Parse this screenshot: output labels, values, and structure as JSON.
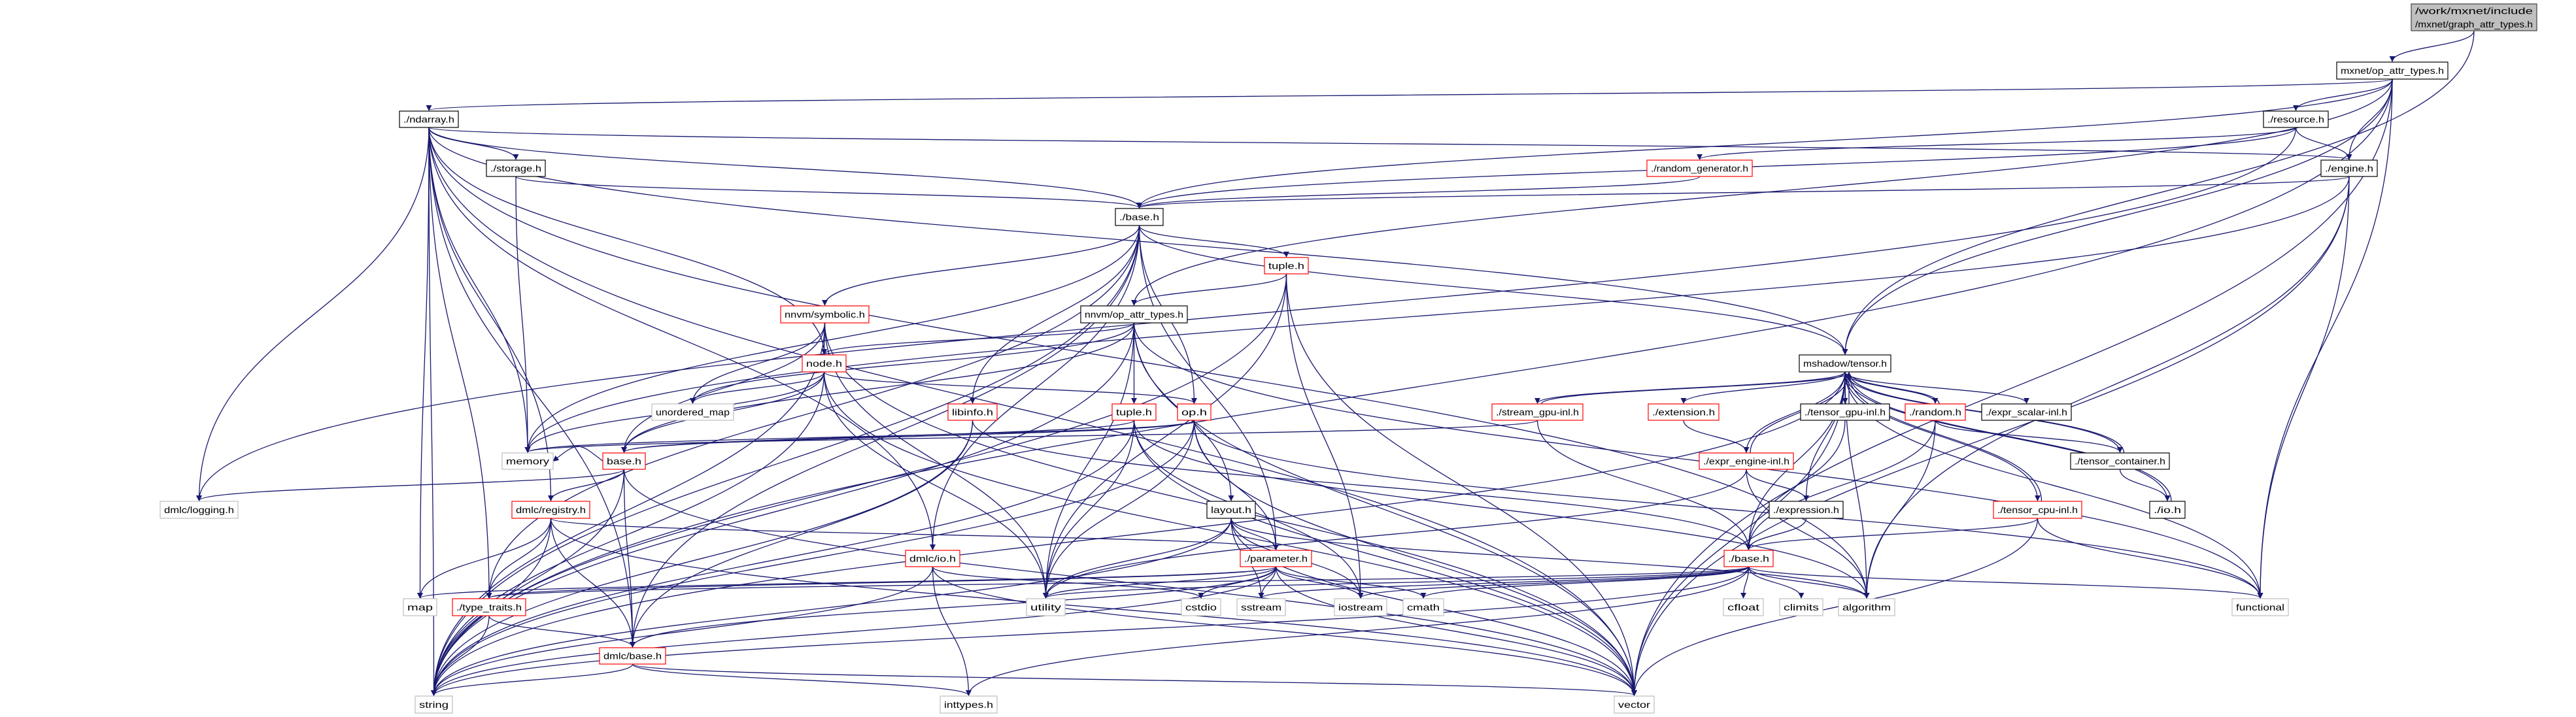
{
  "title": "/work/mxnet/include/mxnet/graph_attr_types.h",
  "colors": {
    "edge": "#191970",
    "documented": "#000000",
    "truncated": "#ff0000",
    "external": "#bfbfbf",
    "root_fill": "#bfbfbf"
  },
  "nodes": [
    {
      "id": "root",
      "label": "/work/mxnet/include\n/mxnet/graph_attr_types.h",
      "kind": "main"
    },
    {
      "id": "mx_op_attr",
      "label": "mxnet/op_attr_types.h",
      "kind": "black"
    },
    {
      "id": "ndarray",
      "label": "./ndarray.h",
      "kind": "black"
    },
    {
      "id": "resource",
      "label": "./resource.h",
      "kind": "black"
    },
    {
      "id": "engine",
      "label": "./engine.h",
      "kind": "black"
    },
    {
      "id": "storage",
      "label": "./storage.h",
      "kind": "black"
    },
    {
      "id": "random_gen",
      "label": "./random_generator.h",
      "kind": "red"
    },
    {
      "id": "mx_base",
      "label": "./base.h",
      "kind": "black"
    },
    {
      "id": "dmlc_tuple",
      "label": "tuple.h",
      "kind": "red"
    },
    {
      "id": "nnvm_op_attr",
      "label": "nnvm/op_attr_types.h",
      "kind": "black"
    },
    {
      "id": "symbolic",
      "label": "nnvm/symbolic.h",
      "kind": "red"
    },
    {
      "id": "node",
      "label": "node.h",
      "kind": "red"
    },
    {
      "id": "mshadow_tensor",
      "label": "mshadow/tensor.h",
      "kind": "black"
    },
    {
      "id": "unordered_map",
      "label": "unordered_map",
      "kind": "gray"
    },
    {
      "id": "libinfo",
      "label": "libinfo.h",
      "kind": "red"
    },
    {
      "id": "nnvm_tuple",
      "label": "tuple.h",
      "kind": "red"
    },
    {
      "id": "op",
      "label": "op.h",
      "kind": "red"
    },
    {
      "id": "stream_gpu",
      "label": "./stream_gpu-inl.h",
      "kind": "red"
    },
    {
      "id": "extension",
      "label": "./extension.h",
      "kind": "red"
    },
    {
      "id": "tensor_gpu",
      "label": "./tensor_gpu-inl.h",
      "kind": "black"
    },
    {
      "id": "random",
      "label": "./random.h",
      "kind": "red"
    },
    {
      "id": "expr_scalar",
      "label": "./expr_scalar-inl.h",
      "kind": "black"
    },
    {
      "id": "memory",
      "label": "memory",
      "kind": "gray"
    },
    {
      "id": "nnvm_base",
      "label": "base.h",
      "kind": "red"
    },
    {
      "id": "expr_engine",
      "label": "./expr_engine-inl.h",
      "kind": "red"
    },
    {
      "id": "tensor_container",
      "label": "./tensor_container.h",
      "kind": "black"
    },
    {
      "id": "dmlc_logging",
      "label": "dmlc/logging.h",
      "kind": "gray"
    },
    {
      "id": "registry",
      "label": "dmlc/registry.h",
      "kind": "red"
    },
    {
      "id": "layout",
      "label": "layout.h",
      "kind": "black"
    },
    {
      "id": "expression",
      "label": "./expression.h",
      "kind": "black"
    },
    {
      "id": "tensor_cpu",
      "label": "./tensor_cpu-inl.h",
      "kind": "red"
    },
    {
      "id": "io",
      "label": "./io.h",
      "kind": "black"
    },
    {
      "id": "dmlc_io",
      "label": "dmlc/io.h",
      "kind": "red"
    },
    {
      "id": "parameter",
      "label": "./parameter.h",
      "kind": "red"
    },
    {
      "id": "ms_base",
      "label": "./base.h",
      "kind": "red"
    },
    {
      "id": "map",
      "label": "map",
      "kind": "gray"
    },
    {
      "id": "type_traits",
      "label": "./type_traits.h",
      "kind": "red"
    },
    {
      "id": "utility",
      "label": "utility",
      "kind": "gray"
    },
    {
      "id": "cstdio",
      "label": "cstdio",
      "kind": "gray"
    },
    {
      "id": "sstream",
      "label": "sstream",
      "kind": "gray"
    },
    {
      "id": "iostream",
      "label": "iostream",
      "kind": "gray"
    },
    {
      "id": "cmath",
      "label": "cmath",
      "kind": "gray"
    },
    {
      "id": "cfloat",
      "label": "cfloat",
      "kind": "gray"
    },
    {
      "id": "climits",
      "label": "climits",
      "kind": "gray"
    },
    {
      "id": "algorithm",
      "label": "algorithm",
      "kind": "gray"
    },
    {
      "id": "functional",
      "label": "functional",
      "kind": "gray"
    },
    {
      "id": "dmlc_base",
      "label": "dmlc/base.h",
      "kind": "red"
    },
    {
      "id": "string",
      "label": "string",
      "kind": "gray"
    },
    {
      "id": "inttypes",
      "label": "inttypes.h",
      "kind": "gray"
    },
    {
      "id": "vector",
      "label": "vector",
      "kind": "gray"
    }
  ],
  "edges": [
    [
      "root",
      "mx_op_attr"
    ],
    [
      "root",
      "mshadow_tensor"
    ],
    [
      "mx_op_attr",
      "ndarray"
    ],
    [
      "mx_op_attr",
      "mx_base"
    ],
    [
      "mx_op_attr",
      "resource"
    ],
    [
      "mx_op_attr",
      "engine"
    ],
    [
      "mx_op_attr",
      "nnvm_op_attr"
    ],
    [
      "mx_op_attr",
      "functional"
    ],
    [
      "mx_op_attr",
      "vector"
    ],
    [
      "mx_op_attr",
      "string"
    ],
    [
      "mx_op_attr",
      "mshadow_tensor"
    ],
    [
      "ndarray",
      "storage"
    ],
    [
      "ndarray",
      "mx_base"
    ],
    [
      "ndarray",
      "engine"
    ],
    [
      "ndarray",
      "dmlc_logging"
    ],
    [
      "ndarray",
      "memory"
    ],
    [
      "ndarray",
      "string"
    ],
    [
      "ndarray",
      "map"
    ],
    [
      "ndarray",
      "vector"
    ],
    [
      "ndarray",
      "algorithm"
    ],
    [
      "ndarray",
      "dmlc_base"
    ],
    [
      "ndarray",
      "registry"
    ],
    [
      "ndarray",
      "dmlc_io"
    ],
    [
      "ndarray",
      "node"
    ],
    [
      "ndarray",
      "type_traits"
    ],
    [
      "ndarray",
      "mshadow_tensor"
    ],
    [
      "resource",
      "random_gen"
    ],
    [
      "resource",
      "engine"
    ],
    [
      "resource",
      "mx_base"
    ],
    [
      "resource",
      "dmlc_logging"
    ],
    [
      "engine",
      "mx_base"
    ],
    [
      "engine",
      "algorithm"
    ],
    [
      "engine",
      "vector"
    ],
    [
      "engine",
      "functional"
    ],
    [
      "engine",
      "memory"
    ],
    [
      "random_gen",
      "mx_base"
    ],
    [
      "storage",
      "mx_base"
    ],
    [
      "storage",
      "memory"
    ],
    [
      "mx_base",
      "dmlc_tuple"
    ],
    [
      "mx_base",
      "symbolic"
    ],
    [
      "mx_base",
      "libinfo"
    ],
    [
      "mx_base",
      "dmlc_io"
    ],
    [
      "mx_base",
      "op"
    ],
    [
      "mx_base",
      "parameter"
    ],
    [
      "mx_base",
      "mshadow_tensor"
    ],
    [
      "mx_base",
      "string"
    ],
    [
      "mx_base",
      "memory"
    ],
    [
      "mx_base",
      "type_traits"
    ],
    [
      "mx_base",
      "dmlc_base"
    ],
    [
      "dmlc_tuple",
      "nnvm_op_attr"
    ],
    [
      "dmlc_tuple",
      "utility"
    ],
    [
      "dmlc_tuple",
      "iostream"
    ],
    [
      "dmlc_tuple",
      "vector"
    ],
    [
      "dmlc_tuple",
      "string"
    ],
    [
      "nnvm_op_attr",
      "node"
    ],
    [
      "nnvm_op_attr",
      "nnvm_tuple"
    ],
    [
      "nnvm_op_attr",
      "layout"
    ],
    [
      "nnvm_op_attr",
      "utility"
    ],
    [
      "nnvm_op_attr",
      "vector"
    ],
    [
      "nnvm_op_attr",
      "string"
    ],
    [
      "nnvm_op_attr",
      "functional"
    ],
    [
      "nnvm_op_attr",
      "unordered_map"
    ],
    [
      "nnvm_op_attr",
      "nnvm_base"
    ],
    [
      "symbolic",
      "node"
    ],
    [
      "symbolic",
      "nnvm_base"
    ],
    [
      "symbolic",
      "string"
    ],
    [
      "symbolic",
      "vector"
    ],
    [
      "symbolic",
      "utility"
    ],
    [
      "symbolic",
      "unordered_map"
    ],
    [
      "node",
      "memory"
    ],
    [
      "node",
      "unordered_map"
    ],
    [
      "node",
      "nnvm_base"
    ],
    [
      "node",
      "string"
    ],
    [
      "node",
      "vector"
    ],
    [
      "node",
      "utility"
    ],
    [
      "node",
      "op"
    ],
    [
      "libinfo",
      "dmlc_base"
    ],
    [
      "libinfo",
      "string"
    ],
    [
      "libinfo",
      "ms_base"
    ],
    [
      "nnvm_tuple",
      "nnvm_base"
    ],
    [
      "nnvm_tuple",
      "utility"
    ],
    [
      "nnvm_tuple",
      "iostream"
    ],
    [
      "nnvm_tuple",
      "vector"
    ],
    [
      "nnvm_tuple",
      "string"
    ],
    [
      "nnvm_tuple",
      "algorithm"
    ],
    [
      "op",
      "nnvm_base"
    ],
    [
      "op",
      "string"
    ],
    [
      "op",
      "vector"
    ],
    [
      "op",
      "utility"
    ],
    [
      "op",
      "functional"
    ],
    [
      "op",
      "parameter"
    ],
    [
      "op",
      "memory"
    ],
    [
      "layout",
      "parameter"
    ],
    [
      "layout",
      "utility"
    ],
    [
      "layout",
      "sstream"
    ],
    [
      "layout",
      "iostream"
    ],
    [
      "layout",
      "vector"
    ],
    [
      "layout",
      "string"
    ],
    [
      "layout",
      "algorithm"
    ],
    [
      "nnvm_base",
      "dmlc_logging"
    ],
    [
      "nnvm_base",
      "registry"
    ],
    [
      "nnvm_base",
      "dmlc_base"
    ],
    [
      "nnvm_base",
      "memory"
    ],
    [
      "nnvm_base",
      "string"
    ],
    [
      "nnvm_base",
      "vector"
    ],
    [
      "registry",
      "map"
    ],
    [
      "registry",
      "type_traits"
    ],
    [
      "registry",
      "dmlc_base"
    ],
    [
      "registry",
      "string"
    ],
    [
      "registry",
      "parameter"
    ],
    [
      "registry",
      "vector"
    ],
    [
      "type_traits",
      "dmlc_base"
    ],
    [
      "type_traits",
      "string"
    ],
    [
      "dmlc_base",
      "string"
    ],
    [
      "dmlc_base",
      "vector"
    ],
    [
      "dmlc_base",
      "inttypes"
    ],
    [
      "dmlc_io",
      "cstdio"
    ],
    [
      "dmlc_io",
      "string"
    ],
    [
      "dmlc_io",
      "vector"
    ],
    [
      "dmlc_io",
      "inttypes"
    ],
    [
      "parameter",
      "utility"
    ],
    [
      "parameter",
      "cstdio"
    ],
    [
      "parameter",
      "sstream"
    ],
    [
      "parameter",
      "iostream"
    ],
    [
      "parameter",
      "cmath"
    ],
    [
      "parameter",
      "vector"
    ],
    [
      "parameter",
      "string"
    ],
    [
      "parameter",
      "map"
    ],
    [
      "parameter",
      "type_traits"
    ],
    [
      "parameter",
      "dmlc_base"
    ],
    [
      "mshadow_tensor",
      "tensor_gpu"
    ],
    [
      "mshadow_tensor",
      "random"
    ],
    [
      "mshadow_tensor",
      "expr_scalar"
    ],
    [
      "mshadow_tensor",
      "tensor_container"
    ],
    [
      "mshadow_tensor",
      "io"
    ],
    [
      "mshadow_tensor",
      "expression"
    ],
    [
      "mshadow_tensor",
      "tensor_cpu"
    ],
    [
      "mshadow_tensor",
      "stream_gpu"
    ],
    [
      "mshadow_tensor",
      "extension"
    ],
    [
      "mshadow_tensor",
      "expr_engine"
    ],
    [
      "mshadow_tensor",
      "ms_base"
    ],
    [
      "mshadow_tensor",
      "string"
    ],
    [
      "mshadow_tensor",
      "vector"
    ],
    [
      "mshadow_tensor",
      "algorithm"
    ],
    [
      "mshadow_tensor",
      "functional"
    ],
    [
      "tensor_gpu",
      "mshadow_tensor"
    ],
    [
      "tensor_gpu",
      "ms_base"
    ],
    [
      "random",
      "mshadow_tensor"
    ],
    [
      "random",
      "tensor_container"
    ],
    [
      "random",
      "ms_base"
    ],
    [
      "random",
      "algorithm"
    ],
    [
      "tensor_container",
      "mshadow_tensor"
    ],
    [
      "tensor_container",
      "io"
    ],
    [
      "tensor_cpu",
      "mshadow_tensor"
    ],
    [
      "tensor_cpu",
      "ms_base"
    ],
    [
      "tensor_cpu",
      "functional"
    ],
    [
      "tensor_cpu",
      "vector"
    ],
    [
      "io",
      "mshadow_tensor"
    ],
    [
      "stream_gpu",
      "mshadow_tensor"
    ],
    [
      "stream_gpu",
      "memory"
    ],
    [
      "stream_gpu",
      "ms_base"
    ],
    [
      "extension",
      "expr_engine"
    ],
    [
      "expr_engine",
      "expression"
    ],
    [
      "expr_engine",
      "algorithm"
    ],
    [
      "expr_engine",
      "utility"
    ],
    [
      "expr_engine",
      "mshadow_tensor"
    ],
    [
      "expression",
      "ms_base"
    ],
    [
      "ms_base",
      "cfloat"
    ],
    [
      "ms_base",
      "climits"
    ],
    [
      "ms_base",
      "algorithm"
    ],
    [
      "ms_base",
      "functional"
    ],
    [
      "ms_base",
      "sstream"
    ],
    [
      "ms_base",
      "cmath"
    ],
    [
      "ms_base",
      "iostream"
    ],
    [
      "ms_base",
      "string"
    ],
    [
      "ms_base",
      "utility"
    ],
    [
      "ms_base",
      "inttypes"
    ],
    [
      "ms_base",
      "type_traits"
    ]
  ]
}
